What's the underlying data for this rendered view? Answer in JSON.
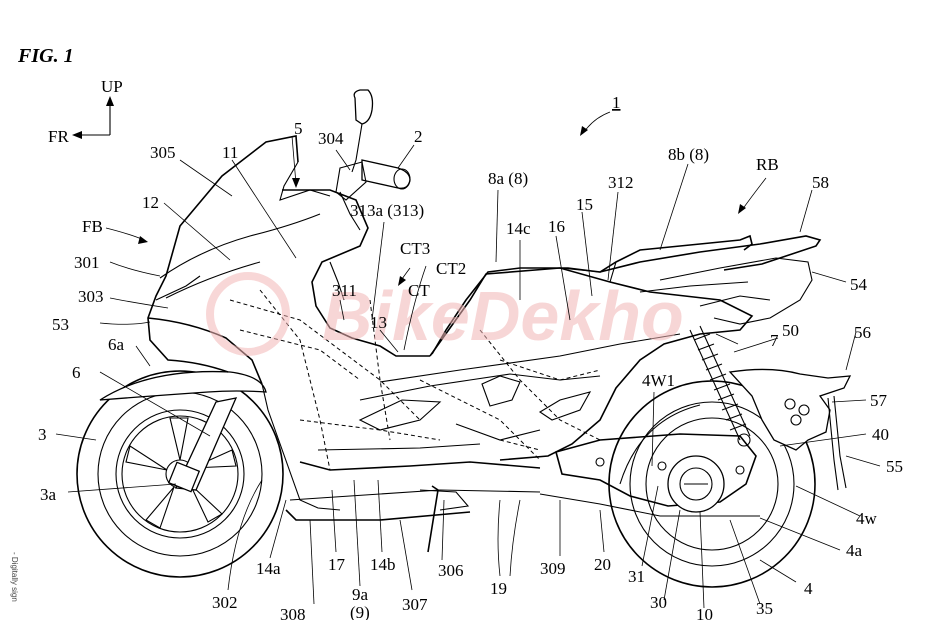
{
  "figure": {
    "title": "FIG. 1"
  },
  "direction": {
    "up": "UP",
    "front": "FR"
  },
  "watermark": {
    "text": "BikeDekho"
  },
  "side_note": "- Digitally sign",
  "labels": {
    "l_1": "1",
    "l_2": "2",
    "l_3": "3",
    "l_3a": "3a",
    "l_4": "4",
    "l_4a": "4a",
    "l_4w": "4w",
    "l_4W1": "4W1",
    "l_5": "5",
    "l_6": "6",
    "l_6a": "6a",
    "l_7": "7",
    "l_8a": "8a (8)",
    "l_8b": "8b (8)",
    "l_9a": "9a",
    "l_9": "(9)",
    "l_10": "10",
    "l_11": "11",
    "l_12": "12",
    "l_13": "13",
    "l_14a": "14a",
    "l_14b": "14b",
    "l_14c": "14c",
    "l_15": "15",
    "l_16": "16",
    "l_17": "17",
    "l_19": "19",
    "l_20": "20",
    "l_30": "30",
    "l_31": "31",
    "l_35": "35",
    "l_40": "40",
    "l_50": "50",
    "l_53": "53",
    "l_54": "54",
    "l_55": "55",
    "l_56": "56",
    "l_57": "57",
    "l_58": "58",
    "l_301": "301",
    "l_302": "302",
    "l_303": "303",
    "l_304": "304",
    "l_305": "305",
    "l_306": "306",
    "l_307": "307",
    "l_308": "308",
    "l_309": "309",
    "l_311": "311",
    "l_312": "312",
    "l_313a": "313a (313)",
    "l_CT": "CT",
    "l_CT2": "CT2",
    "l_CT3": "CT3",
    "l_FB": "FB",
    "l_RB": "RB"
  }
}
